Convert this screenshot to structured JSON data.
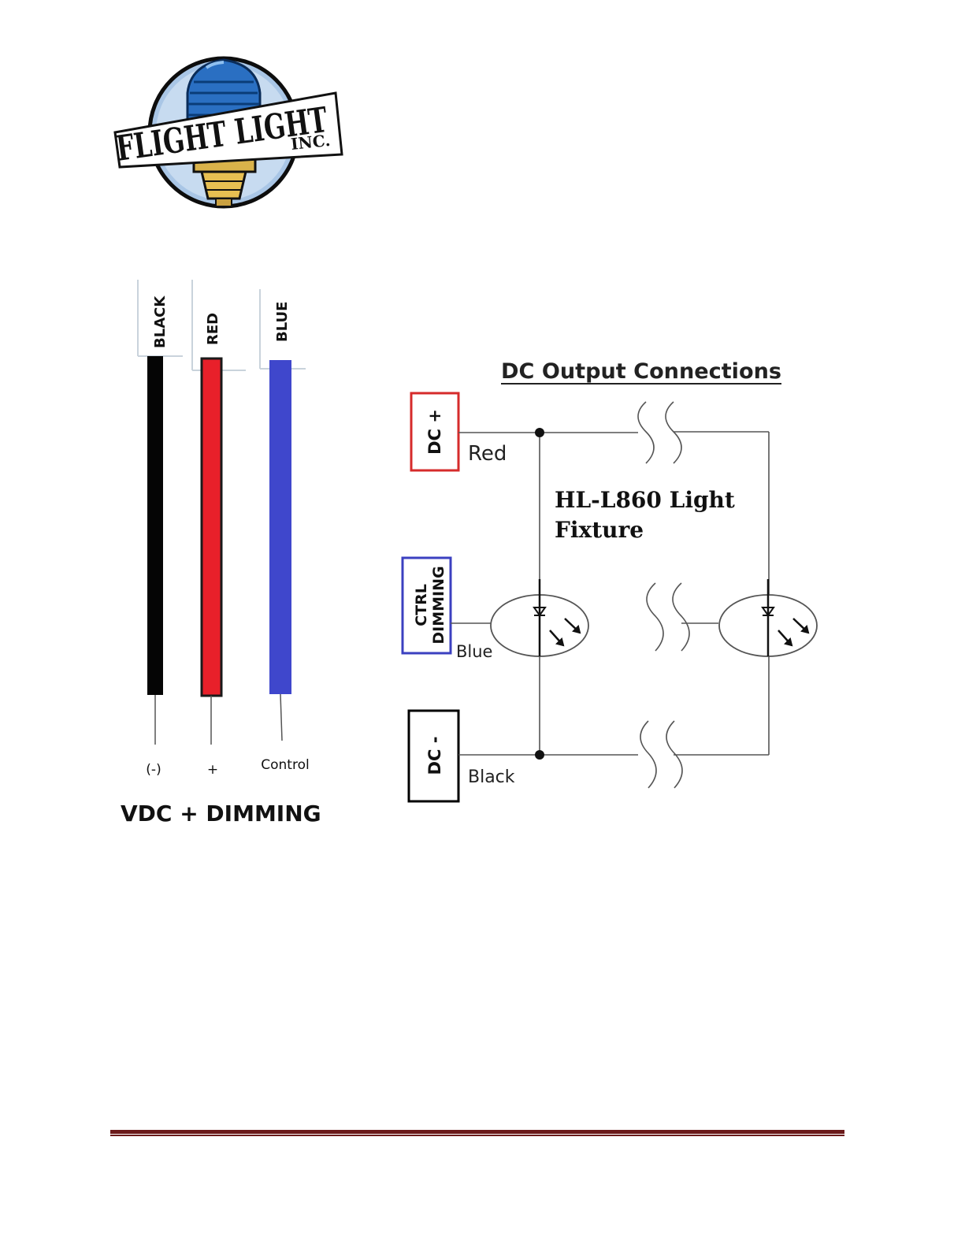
{
  "logo": {
    "word1": "FLIGHT LIGHT",
    "word2": "INC."
  },
  "wires": {
    "black": {
      "label": "BLACK",
      "terminal": "(-)",
      "color": "#000000"
    },
    "red": {
      "label": "RED",
      "terminal": "+",
      "color": "#e8202a"
    },
    "blue": {
      "label": "BLUE",
      "terminal": "Control",
      "color": "#3f47cc"
    },
    "caption": "VDC + DIMMING"
  },
  "schematic": {
    "title": "DC Output Connections",
    "dc_plus": {
      "box": "DC +",
      "wire": "Red",
      "color": "#d62b2b"
    },
    "ctrl": {
      "box_line1": "CTRL",
      "box_line2": "DIMMING",
      "wire": "Blue",
      "color": "#3b40c0"
    },
    "dc_minus": {
      "box": "DC -",
      "wire": "Black",
      "color": "#000000"
    },
    "fixture_line1": "HL-L860 Light",
    "fixture_line2": "Fixture"
  },
  "footer_rule_color": "#6b1a1a"
}
